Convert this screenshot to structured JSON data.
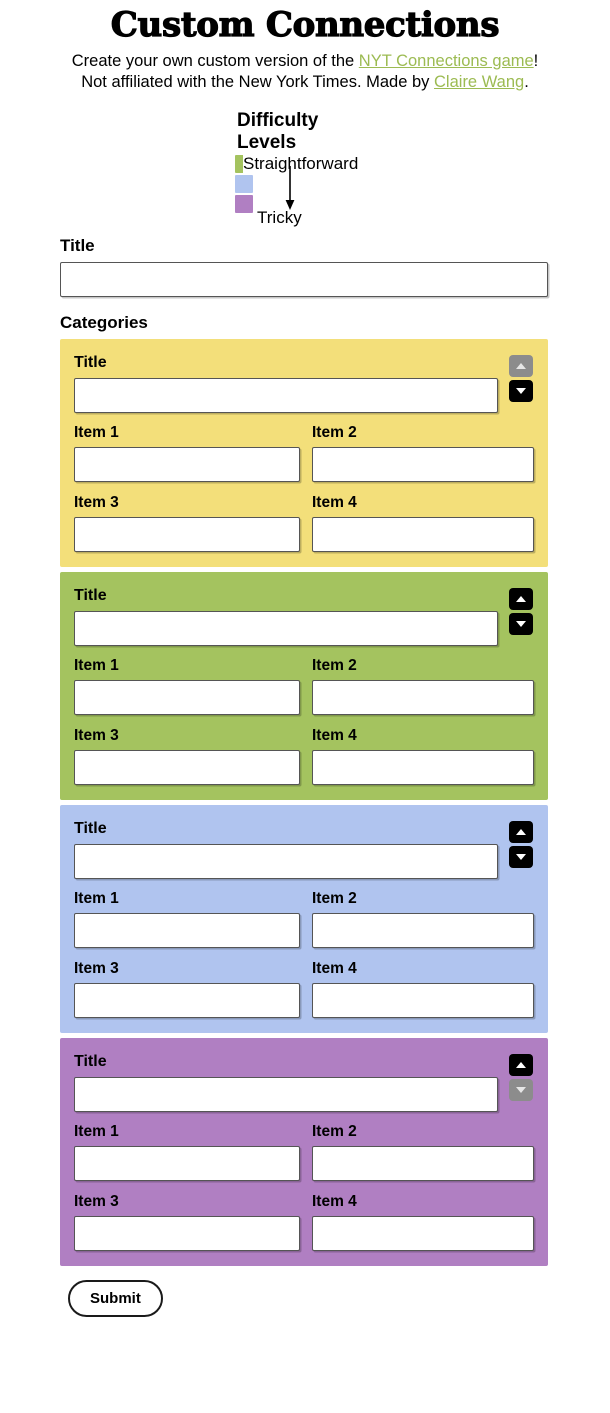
{
  "header": {
    "title": "Custom Connections",
    "subtitle_part1": "Create your own custom version of the ",
    "subtitle_link1": "NYT Connections game",
    "subtitle_part2": "!",
    "subtitle_part3": "Not affiliated with the New York Times. Made by ",
    "subtitle_link2": "Claire Wang",
    "subtitle_part4": ".",
    "link_color": "#9cbb52"
  },
  "legend": {
    "heading": "Difficulty Levels",
    "easy_label": "Straightforward",
    "hard_label": "Tricky",
    "arrow_icon": "down-arrow-icon",
    "swatch_colors": [
      "#a4c35f",
      "#b0c4ef",
      "#b07fc2"
    ]
  },
  "form": {
    "title_label": "Title",
    "title_value": "",
    "title_placeholder": "",
    "categories_label": "Categories",
    "submit_label": "Submit"
  },
  "cards": [
    {
      "color": "#f3df7a",
      "title_label": "Title",
      "title_value": "",
      "move_up_icon": "triangle-up-icon",
      "move_down_icon": "triangle-down-icon",
      "move_up_enabled": false,
      "move_down_enabled": true,
      "items": [
        {
          "label": "Item 1",
          "value": ""
        },
        {
          "label": "Item 2",
          "value": ""
        },
        {
          "label": "Item 3",
          "value": ""
        },
        {
          "label": "Item 4",
          "value": ""
        }
      ]
    },
    {
      "color": "#a4c35f",
      "title_label": "Title",
      "title_value": "",
      "move_up_icon": "triangle-up-icon",
      "move_down_icon": "triangle-down-icon",
      "move_up_enabled": true,
      "move_down_enabled": true,
      "items": [
        {
          "label": "Item 1",
          "value": ""
        },
        {
          "label": "Item 2",
          "value": ""
        },
        {
          "label": "Item 3",
          "value": ""
        },
        {
          "label": "Item 4",
          "value": ""
        }
      ]
    },
    {
      "color": "#b0c4ef",
      "title_label": "Title",
      "title_value": "",
      "move_up_icon": "triangle-up-icon",
      "move_down_icon": "triangle-down-icon",
      "move_up_enabled": true,
      "move_down_enabled": true,
      "items": [
        {
          "label": "Item 1",
          "value": ""
        },
        {
          "label": "Item 2",
          "value": ""
        },
        {
          "label": "Item 3",
          "value": ""
        },
        {
          "label": "Item 4",
          "value": ""
        }
      ]
    },
    {
      "color": "#b07fc2",
      "title_label": "Title",
      "title_value": "",
      "move_up_icon": "triangle-up-icon",
      "move_down_icon": "triangle-down-icon",
      "move_up_enabled": true,
      "move_down_enabled": false,
      "items": [
        {
          "label": "Item 1",
          "value": ""
        },
        {
          "label": "Item 2",
          "value": ""
        },
        {
          "label": "Item 3",
          "value": ""
        },
        {
          "label": "Item 4",
          "value": ""
        }
      ]
    }
  ]
}
